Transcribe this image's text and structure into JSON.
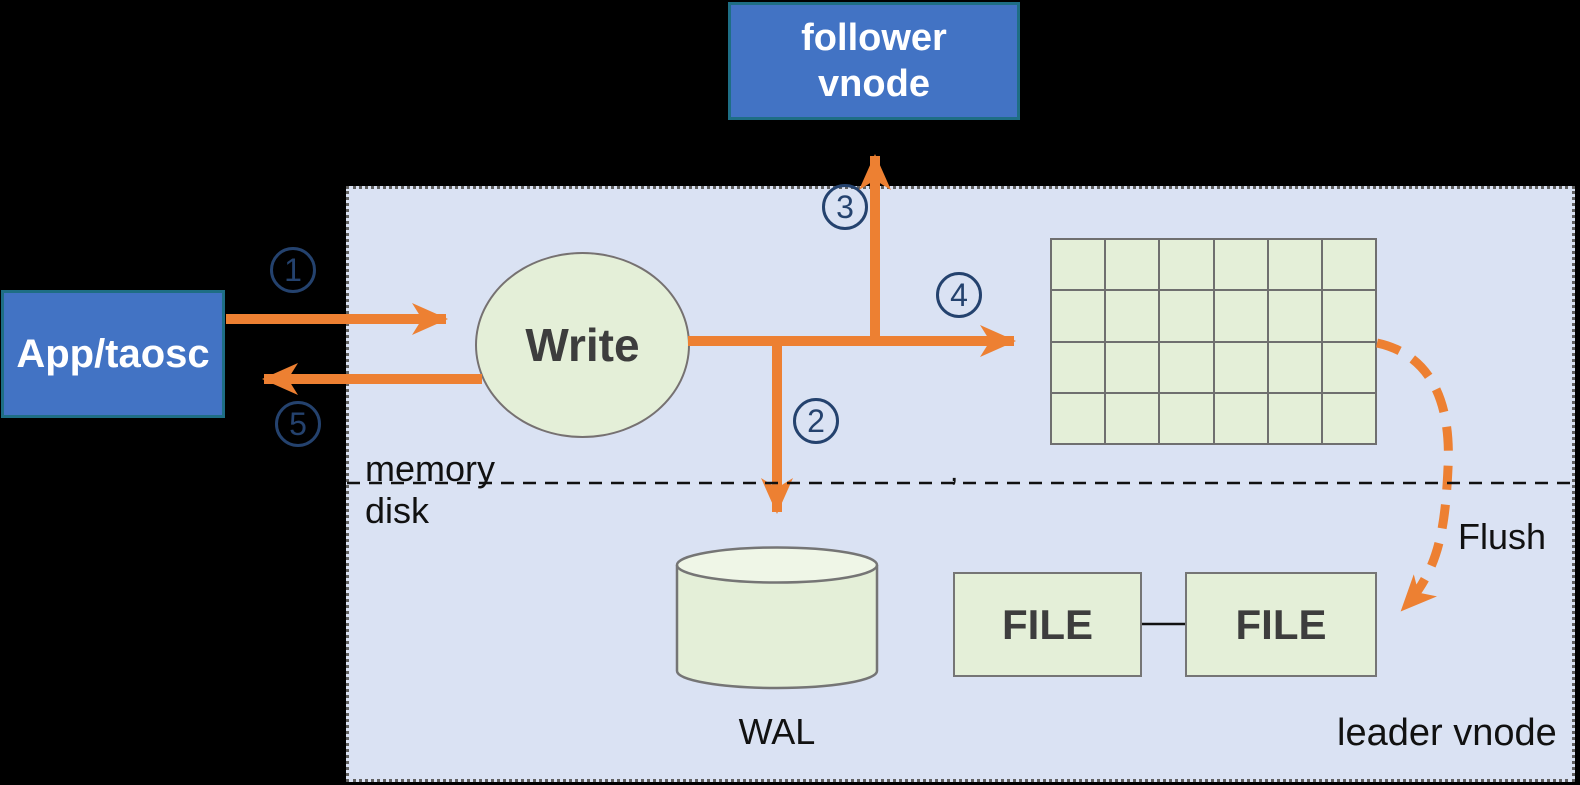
{
  "diagram": {
    "external_nodes": {
      "follower_vnode": {
        "line1": "follower",
        "line2": "vnode"
      },
      "app": {
        "label": "App/taosc"
      }
    },
    "leader_region": {
      "region_label": "leader vnode",
      "memory_label": "memory",
      "disk_label": "disk",
      "write_label": "Write",
      "wal_label": "WAL",
      "file1_label": "FILE",
      "file2_label": "FILE",
      "flush_label": "Flush",
      "stray_mark": ","
    },
    "steps": {
      "s1": "1",
      "s2": "2",
      "s3": "3",
      "s4": "4",
      "s5": "5"
    },
    "mem_table": {
      "rows": 4,
      "cols": 6
    }
  },
  "colors": {
    "background": "#000000",
    "region_fill": "#dae2f3",
    "region_border": "#616161",
    "node_blue_fill": "#4273c4",
    "node_blue_border": "#1e6e85",
    "green_fill": "#e4efd8",
    "green_border": "#757575",
    "arrow_orange": "#ed8032",
    "step_navy": "#24426e",
    "text_dark": "#3d3d3d",
    "text_black": "#111111"
  }
}
